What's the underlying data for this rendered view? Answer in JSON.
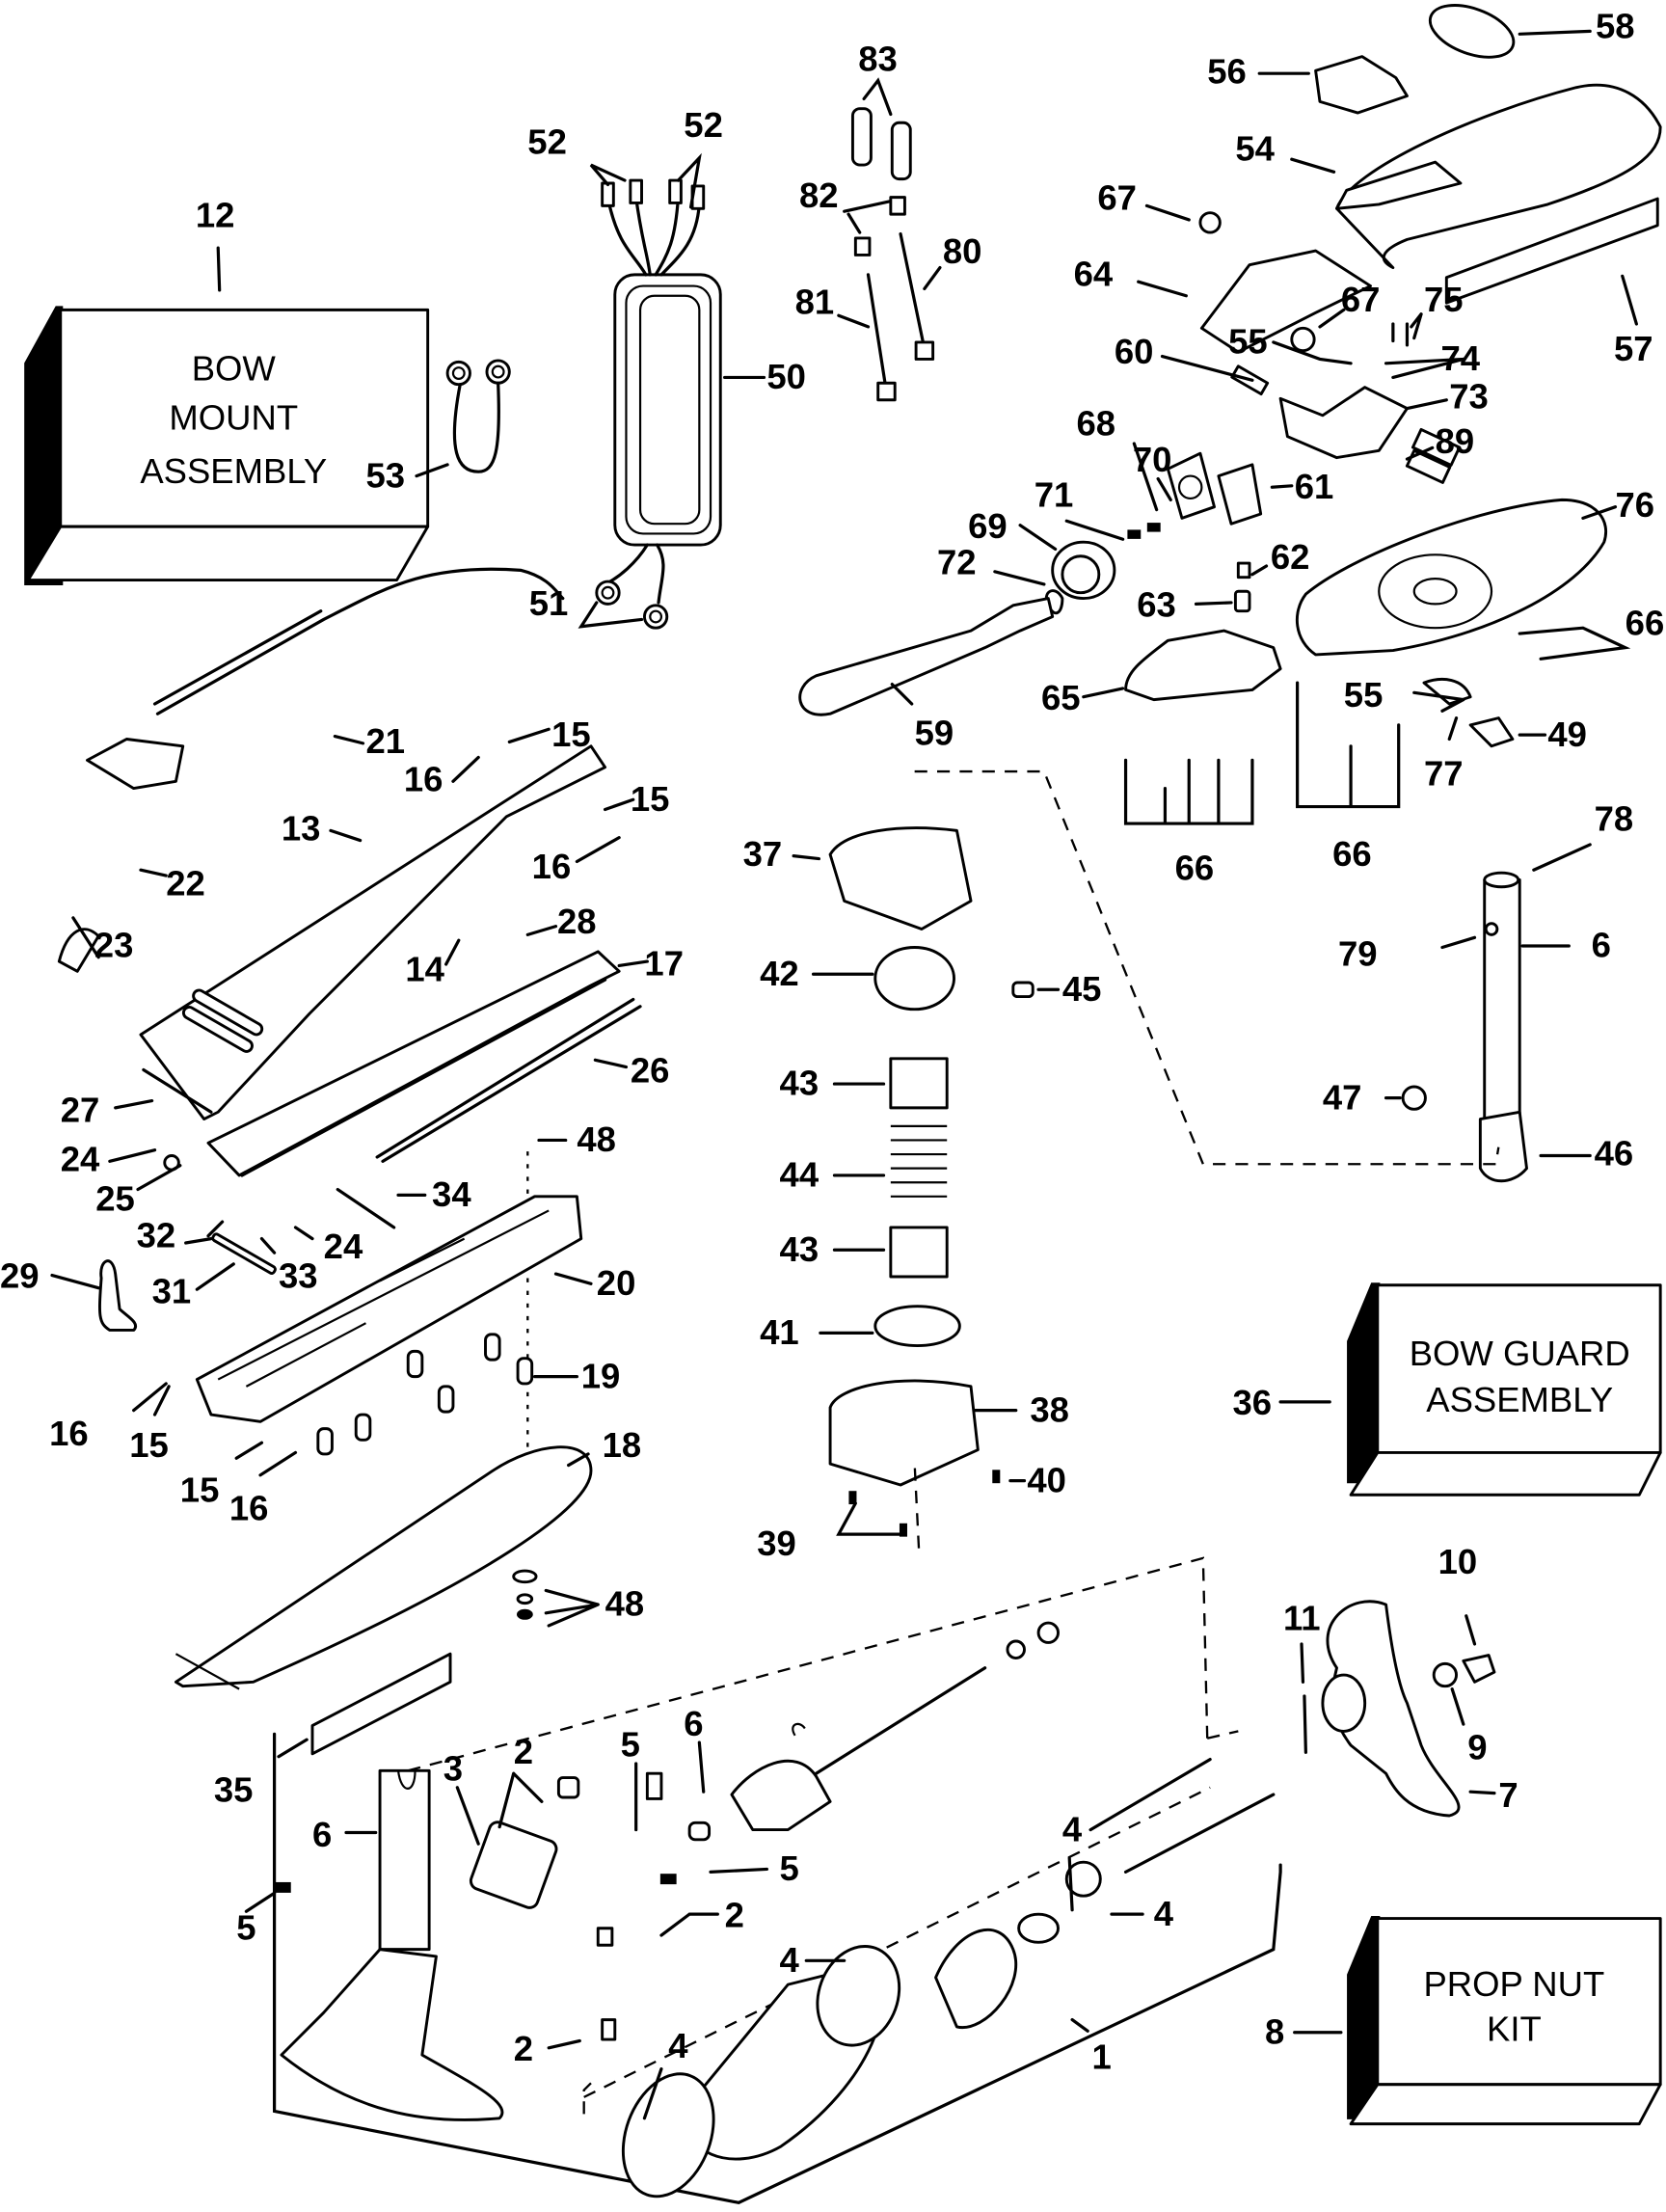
{
  "diagram": {
    "title": "Trolling motor exploded parts diagram",
    "assembly_boxes": [
      {
        "ref": "12",
        "lines": [
          "BOW",
          "MOUNT",
          "ASSEMBLY"
        ]
      },
      {
        "ref": "36",
        "lines": [
          "BOW GUARD",
          "ASSEMBLY"
        ]
      },
      {
        "ref": "8",
        "lines": [
          "PROP NUT",
          "KIT"
        ]
      }
    ],
    "callouts": {
      "c1": "1",
      "c2a": "2",
      "c2b": "2",
      "c2c": "2",
      "c3": "3",
      "c4a": "4",
      "c4b": "4",
      "c4c": "4",
      "c4d": "4",
      "c5a": "5",
      "c5b": "5",
      "c5c": "5",
      "c6a": "6",
      "c6b": "6",
      "c6c": "6",
      "c7": "7",
      "c9": "9",
      "c10": "10",
      "c11": "11",
      "c13": "13",
      "c14": "14",
      "c15a": "15",
      "c15b": "15",
      "c15c": "15",
      "c15d": "15",
      "c16a": "16",
      "c16b": "16",
      "c16c": "16",
      "c16d": "16",
      "c17": "17",
      "c18": "18",
      "c19": "19",
      "c20": "20",
      "c21": "21",
      "c22": "22",
      "c23": "23",
      "c24a": "24",
      "c24b": "24",
      "c25": "25",
      "c26": "26",
      "c27": "27",
      "c28": "28",
      "c29": "29",
      "c31": "31",
      "c32": "32",
      "c33": "33",
      "c34": "34",
      "c35": "35",
      "c37": "37",
      "c38": "38",
      "c39": "39",
      "c40": "40",
      "c41": "41",
      "c42": "42",
      "c43a": "43",
      "c43b": "43",
      "c44": "44",
      "c45": "45",
      "c46": "46",
      "c47": "47",
      "c48a": "48",
      "c48b": "48",
      "c49": "49",
      "c50": "50",
      "c51": "51",
      "c52a": "52",
      "c52b": "52",
      "c53": "53",
      "c54": "54",
      "c55a": "55",
      "c55b": "55",
      "c56": "56",
      "c57": "57",
      "c58": "58",
      "c59": "59",
      "c60": "60",
      "c61": "61",
      "c62": "62",
      "c63": "63",
      "c64": "64",
      "c65": "65",
      "c66a": "66",
      "c66b": "66",
      "c66c": "66",
      "c67a": "67",
      "c67b": "67",
      "c68": "68",
      "c69": "69",
      "c70": "70",
      "c71": "71",
      "c72": "72",
      "c73": "73",
      "c74": "74",
      "c75": "75",
      "c76": "76",
      "c77": "77",
      "c78": "78",
      "c79": "79",
      "c80": "80",
      "c81": "81",
      "c82": "82",
      "c83": "83",
      "c89": "89"
    }
  }
}
